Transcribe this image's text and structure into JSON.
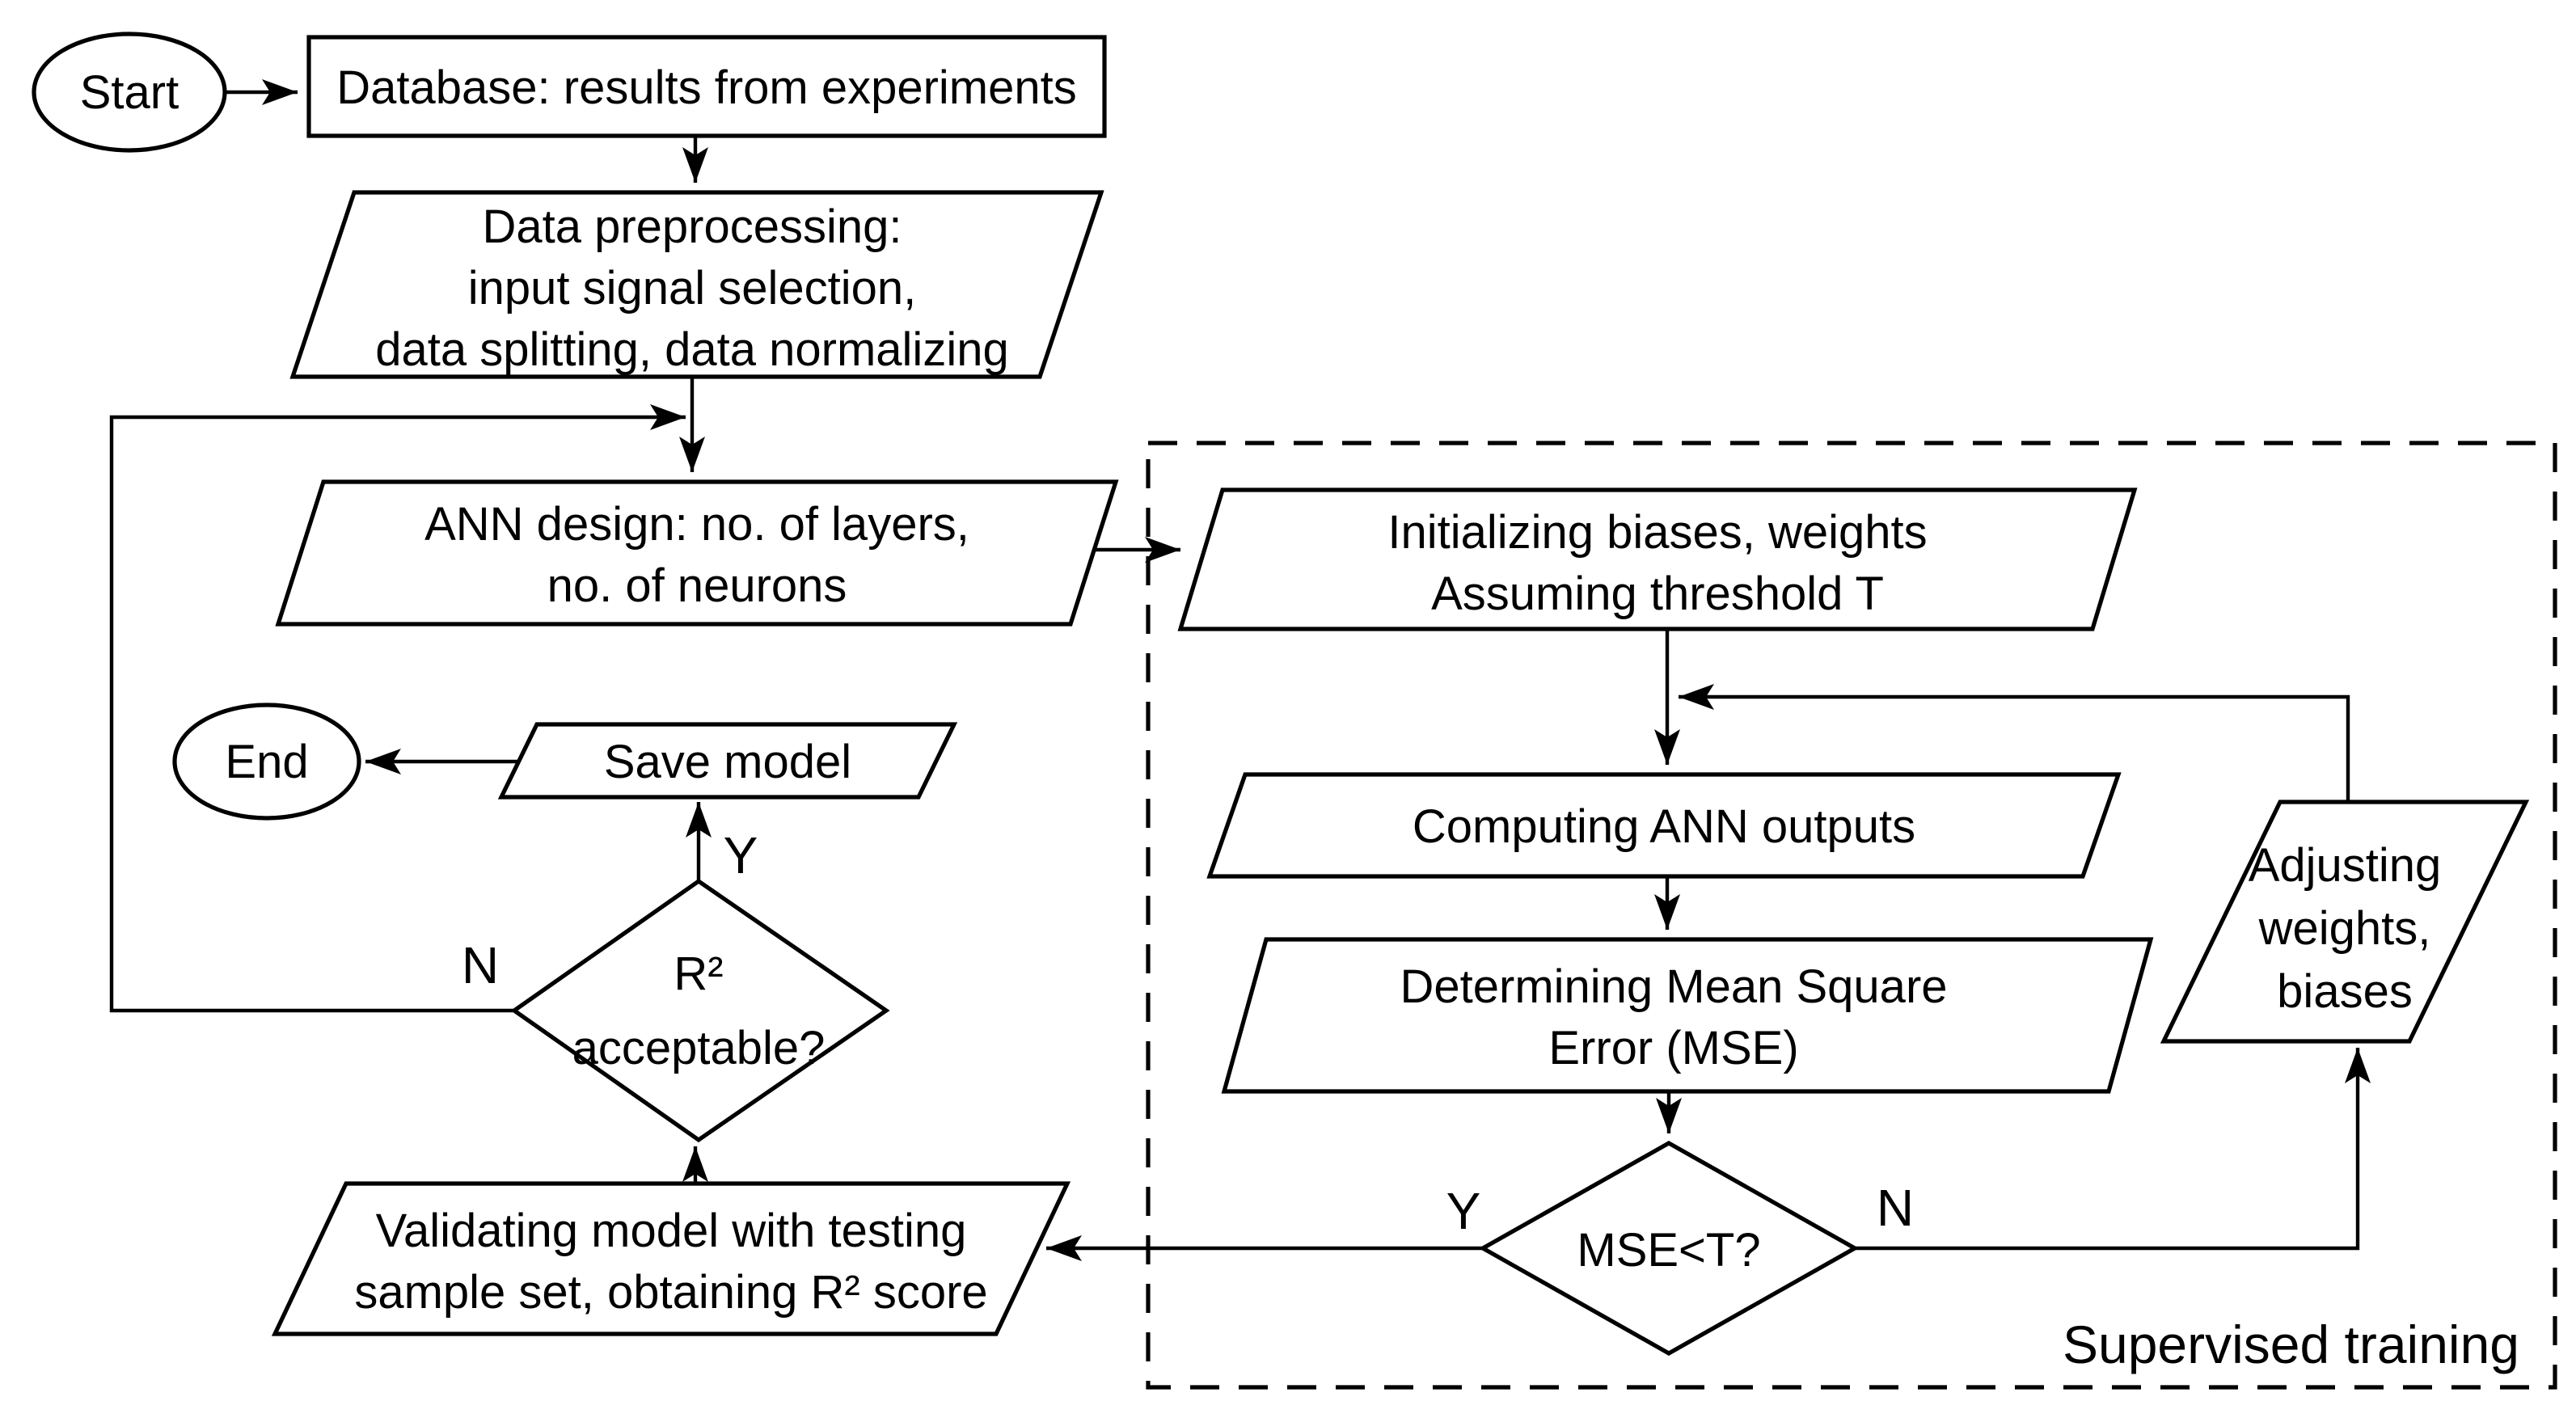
{
  "diagram": {
    "nodes": {
      "start": {
        "type": "terminator",
        "label": "Start"
      },
      "database": {
        "type": "process",
        "label": "Database: results from experiments"
      },
      "preprocessing": {
        "type": "io",
        "lines": [
          "Data preprocessing:",
          "input signal selection,",
          "data splitting, data normalizing"
        ]
      },
      "ann_design": {
        "type": "io",
        "lines": [
          "ANN design: no. of layers,",
          "no. of neurons"
        ]
      },
      "initializing": {
        "type": "io",
        "lines": [
          "Initializing biases, weights",
          "Assuming threshold T"
        ]
      },
      "computing": {
        "type": "io",
        "label": "Computing ANN outputs"
      },
      "determining": {
        "type": "io",
        "lines": [
          "Determining Mean Square",
          "Error (MSE)"
        ]
      },
      "mse_decision": {
        "type": "decision",
        "label": "MSE<T?"
      },
      "adjusting": {
        "type": "io",
        "lines": [
          "Adjusting",
          "weights,",
          "biases"
        ]
      },
      "validating": {
        "type": "io",
        "lines": [
          "Validating model with testing",
          "sample set, obtaining R² score"
        ]
      },
      "r2_decision": {
        "type": "decision",
        "lines": [
          "R²",
          "acceptable?"
        ]
      },
      "save_model": {
        "type": "io",
        "label": "Save model"
      },
      "end": {
        "type": "terminator",
        "label": "End"
      }
    },
    "edge_labels": {
      "mse_yes": "Y",
      "mse_no": "N",
      "r2_yes": "Y",
      "r2_no": "N"
    },
    "container": {
      "label": "Supervised training"
    },
    "colors": {
      "stroke": "#000000",
      "background": "#ffffff",
      "text": "#000000"
    }
  }
}
